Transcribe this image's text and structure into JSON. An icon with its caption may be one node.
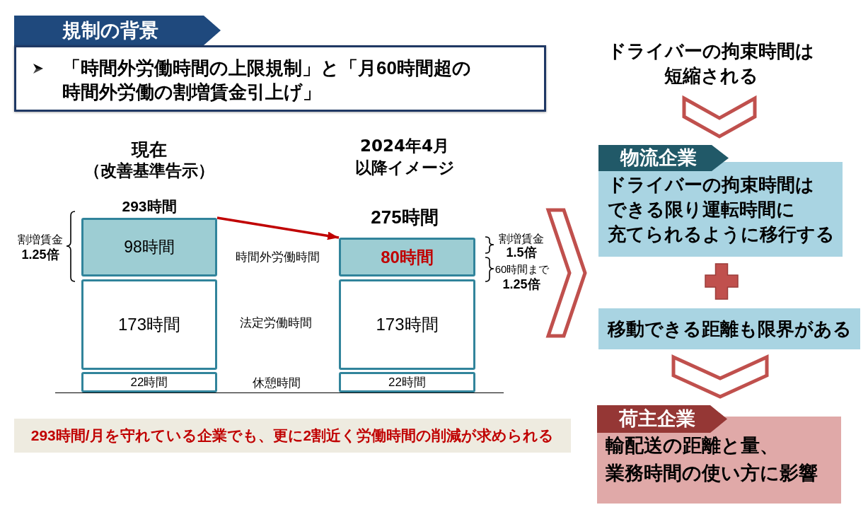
{
  "diagram": {
    "nodes": [
      {
        "text": [
          "規制の背景"
        ]
      },
      {
        "text": [
          "「時間外労働時間の上限規制」と「月60時間超の時間外労働の割増賃金引上げ」"
        ]
      },
      {
        "text": [
          "98時間"
        ]
      },
      {
        "text": [
          "173時間"
        ]
      },
      {
        "text": [
          "22時間"
        ]
      },
      {
        "text": [
          "80時間"
        ]
      },
      {
        "text": [
          "173時間"
        ]
      },
      {
        "text": [
          "22時間"
        ]
      },
      {
        "text": [
          "293時間/月を守れている企業でも、更に2割近く労働時間の削減が求められる"
        ]
      },
      {
        "text": [],
        "shape": "chevron"
      },
      {
        "text": [
          "ドライバーの拘束時間は短縮される"
        ]
      },
      {
        "text": [
          "物流企業",
          "ドライバーの拘束時間はできる限り運転時間に充てられるように移行する"
        ]
      },
      {
        "text": [
          "移動できる距離も限界がある"
        ]
      },
      {
        "text": [
          "荷主企業",
          "輸配送の距離と量、業務時間の使い方に影響"
        ]
      }
    ],
    "edges": [
      {
        "from": 2,
        "to": 5,
        "arrow": "to",
        "color": "#c00000"
      },
      {
        "from": 10,
        "to": 11,
        "arrow": "to"
      },
      {
        "from": 12,
        "to": 13,
        "arrow": "to"
      }
    ],
    "labels": [
      "現在",
      "（改善基準告示）",
      "2024年4月以降イメージ",
      "293時間",
      "275時間",
      "割増賃金",
      "1.25倍",
      "時間外労働時間",
      "割増賃金",
      "1.5倍",
      "60時間まで",
      "1.25倍",
      "法定労働時間",
      "休憩時間"
    ]
  }
}
